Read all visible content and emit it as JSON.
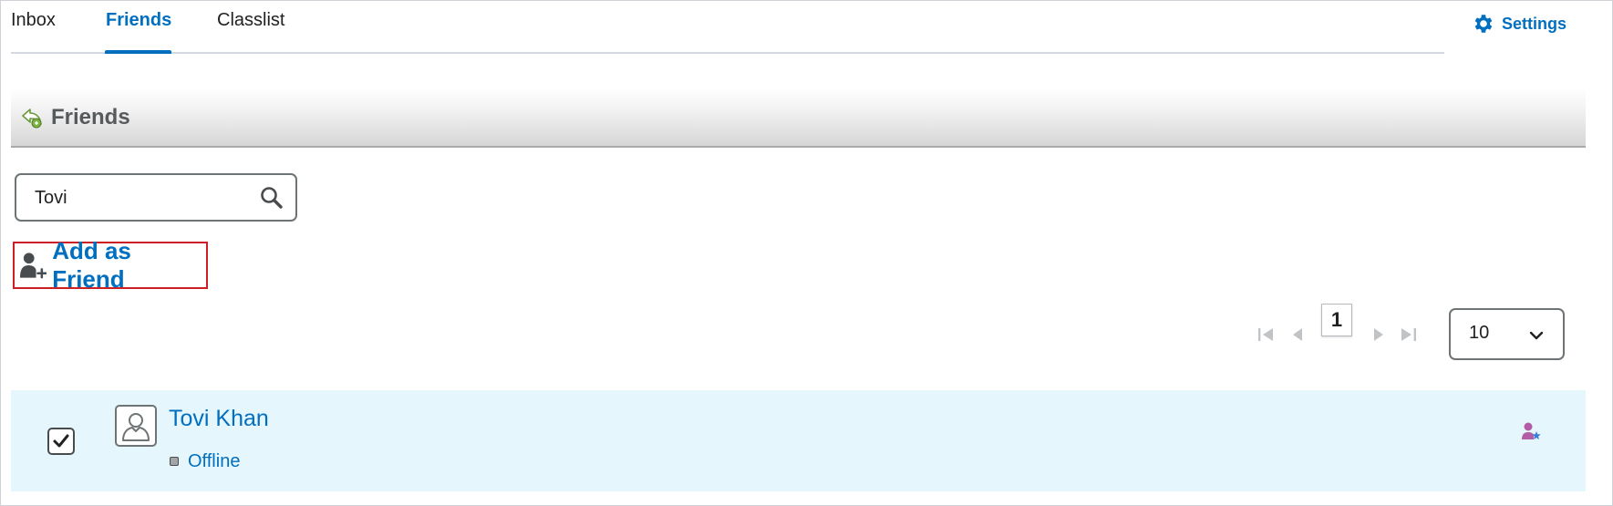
{
  "tabs": {
    "inbox": "Inbox",
    "friends": "Friends",
    "classlist": "Classlist"
  },
  "settings": {
    "label": "Settings"
  },
  "widget": {
    "title": "Friends"
  },
  "search": {
    "value": "Tovi",
    "placeholder": ""
  },
  "add_friend": {
    "label": "Add as Friend"
  },
  "pagination": {
    "current_page": "1",
    "page_size": "10"
  },
  "results": [
    {
      "name": "Tovi Khan",
      "status": "Offline",
      "checked": true
    }
  ],
  "colors": {
    "link": "#006fbf",
    "row_highlight": "#e6f6fd",
    "focus_border": "#cd2026"
  }
}
